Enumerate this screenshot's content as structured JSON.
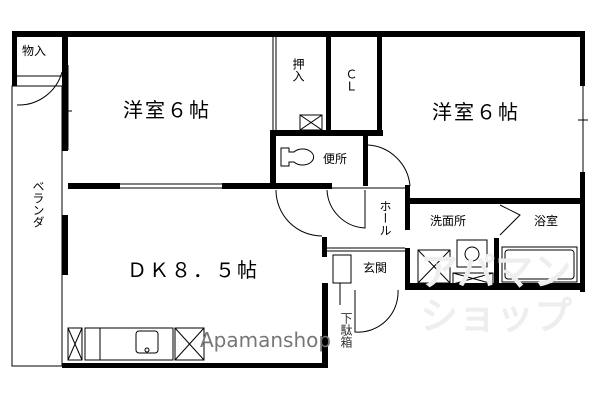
{
  "rooms": {
    "storage": "物入",
    "western1": "洋室６帖",
    "closet_oshiire": "押入",
    "closet_cl": "ＣＬ",
    "western2": "洋室６帖",
    "toilet": "便所",
    "veranda": "ベランダ",
    "hall": "ホール",
    "washroom": "洗面所",
    "bath": "浴室",
    "dk": "ＤＫ８．５帖",
    "entrance": "玄関",
    "shoe_box": "下駄箱"
  },
  "watermark": {
    "brand": "Apamanshop",
    "brand_jp": "アパマンショップ"
  }
}
